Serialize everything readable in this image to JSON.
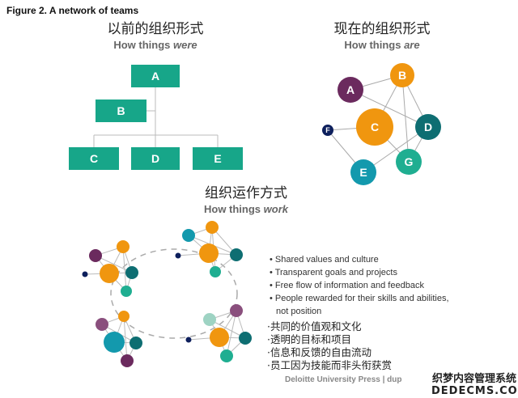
{
  "figure_title": "Figure 2. A network of teams",
  "sections": {
    "were": {
      "title_cn": "以前的组织形式",
      "subtitle_prefix": "How things ",
      "subtitle_em": "were"
    },
    "are": {
      "title_cn": "现在的组织形式",
      "subtitle_prefix": "How things ",
      "subtitle_em": "are"
    },
    "work": {
      "title_cn": "组织运作方式",
      "subtitle_prefix": "How things ",
      "subtitle_em": "work"
    }
  },
  "hierarchy": {
    "nodes": [
      "A",
      "B",
      "C",
      "D",
      "E"
    ]
  },
  "network": {
    "nodes": [
      "A",
      "B",
      "C",
      "D",
      "E",
      "F",
      "G"
    ]
  },
  "bullets_en": [
    "• Shared values and culture",
    "• Transparent goals and projects",
    "• Free flow of information and  feedback",
    "• People rewarded for their skills and abilities,",
    "not position"
  ],
  "bullets_cn": [
    "·共同的价值观和文化",
    "·透明的目标和项目",
    "·信息和反馈的自由流动",
    "·员工因为技能而非头衔获赏"
  ],
  "footer": "Deloitte University Press  |  dup",
  "watermark": {
    "line1": "织梦内容管理系统",
    "line2": "DEDECMS.COM"
  },
  "colors": {
    "teal_box": "#17a689",
    "orange": "#f0960f",
    "purple": "#6b2a5e",
    "dark_teal": "#0e6e72",
    "cyan": "#1399ad",
    "green": "#1fae91",
    "navy": "#0d1f5c"
  }
}
